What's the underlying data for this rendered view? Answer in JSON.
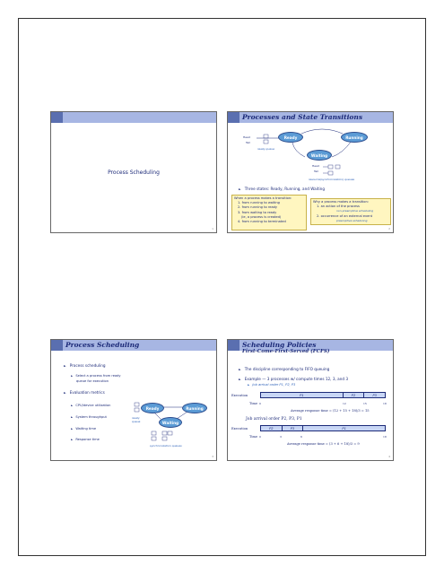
{
  "slide1": {
    "title": "Process Scheduling",
    "page": "1"
  },
  "slide2": {
    "title": "Processes and State Transitions",
    "ready": "Ready",
    "running": "Running",
    "waiting": "Waiting",
    "head": "Head",
    "tail": "Tail",
    "ready_queue": "ready queue",
    "resource_queues": "resource(synchronization) queues",
    "bullet": "Three states: Ready, Running, and Waiting",
    "left_box": [
      "When a process makes a transition:",
      "1. from running to waiting",
      "2. from running to ready",
      "3. from waiting to ready",
      "(ie, a process is created)",
      "4. from running to terminated"
    ],
    "right_box": [
      "Why a process makes a transition:",
      "1. an action of the process",
      "non-preemptive scheduling",
      "2. occurrence of an external event",
      "preemptive scheduling"
    ],
    "page": "2"
  },
  "slide3": {
    "title": "Process Scheduling",
    "bullet1": "Process scheduling",
    "sub1a": "Select a process from ready",
    "sub1b": "queue for execution",
    "bullet2": "Evaluation metrics",
    "metrics": [
      "CPU/device utilization",
      "System throughput",
      "Waiting time",
      "Response time"
    ],
    "ready": "Ready",
    "running": "Running",
    "waiting": "Waiting",
    "ready_queue": "ready queue",
    "sync_queues": "synchronization queues",
    "page": "3"
  },
  "slide4": {
    "title": "Scheduling Policies",
    "subtitle": "First-Come-First-Served (FCFS)",
    "bullet1": "The discipline corresponding to FIFO queuing",
    "bullet2": "Example — 3 processes w/ compute times 12, 3, and 3",
    "sub2": "Job arrival order P1, P2, P3",
    "exec_label": "Execution",
    "time_label": "Time",
    "gantt1": [
      "P1",
      "P2",
      "P3"
    ],
    "ticks1": [
      "0",
      "12",
      "15",
      "18"
    ],
    "avg1": "Average response time = (12 + 15 + 18)/3 = 15",
    "order2": "Job arrival order P2, P3, P1",
    "gantt2": [
      "P2",
      "P3",
      "P1"
    ],
    "ticks2": [
      "0",
      "3",
      "6",
      "18"
    ],
    "avg2": "Average response time = (3 + 6 + 18)/3 = 9",
    "page": "4"
  }
}
